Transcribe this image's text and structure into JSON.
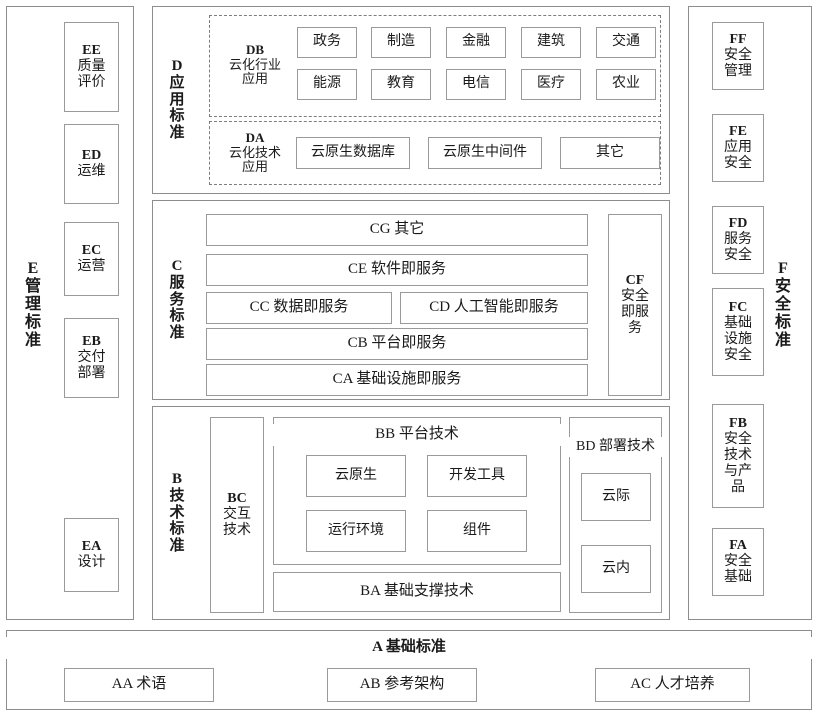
{
  "diagram": {
    "title_hidden": "",
    "colors": {
      "border": "#9a9a9a",
      "dashed_border": "#7d7d7d",
      "outer_border": "#8d8d8d",
      "background": "#ffffff",
      "text": "#1a1a1a"
    }
  },
  "left_column": {
    "label_letter": "E",
    "label_chars": [
      "E",
      "管",
      "理",
      "标",
      "准"
    ],
    "label_text": "E 管理标准",
    "items": [
      {
        "code": "EE",
        "name": "质量评价",
        "lines": [
          "EE",
          "质量",
          "评价"
        ]
      },
      {
        "code": "ED",
        "name": "运维",
        "lines": [
          "ED",
          "运维"
        ]
      },
      {
        "code": "EC",
        "name": "运营",
        "lines": [
          "EC",
          "运营"
        ]
      },
      {
        "code": "EB",
        "name": "交付部署",
        "lines": [
          "EB",
          "交付",
          "部署"
        ]
      },
      {
        "code": "EA",
        "name": "设计",
        "lines": [
          "EA",
          "设计"
        ]
      }
    ]
  },
  "right_column": {
    "label_letter": "F",
    "label_chars": [
      "F",
      "安",
      "全",
      "标",
      "准"
    ],
    "label_text": "F 安全标准",
    "items": [
      {
        "code": "FF",
        "name": "安全管理",
        "lines": [
          "FF",
          "安全",
          "管理"
        ]
      },
      {
        "code": "FE",
        "name": "应用安全",
        "lines": [
          "FE",
          "应用",
          "安全"
        ]
      },
      {
        "code": "FD",
        "name": "服务安全",
        "lines": [
          "FD",
          "服务",
          "安全"
        ]
      },
      {
        "code": "FC",
        "name": "基础设施安全",
        "lines": [
          "FC",
          "基础",
          "设施",
          "安全"
        ]
      },
      {
        "code": "FB",
        "name": "安全技术与产品",
        "lines": [
          "FB",
          "安全",
          "技术",
          "与产",
          "品"
        ]
      },
      {
        "code": "FA",
        "name": "安全基础",
        "lines": [
          "FA",
          "安全",
          "基础"
        ]
      }
    ]
  },
  "layer_d": {
    "label_letter": "D",
    "label_chars": [
      "D",
      "应",
      "用",
      "标",
      "准"
    ],
    "label_text": "D 应用标准",
    "db": {
      "code": "DB",
      "title_lines": [
        "DB",
        "云化行业",
        "应用"
      ],
      "title_text": "DB 云化行业应用",
      "row1": [
        "政务",
        "制造",
        "金融",
        "建筑",
        "交通"
      ],
      "row2": [
        "能源",
        "教育",
        "电信",
        "医疗",
        "农业"
      ]
    },
    "da": {
      "code": "DA",
      "title_lines": [
        "DA",
        "云化技术",
        "应用"
      ],
      "title_text": "DA 云化技术应用",
      "items": [
        "云原生数据库",
        "云原生中间件",
        "其它"
      ]
    }
  },
  "layer_c": {
    "label_letter": "C",
    "label_chars": [
      "C",
      "服",
      "务",
      "标",
      "准"
    ],
    "label_text": "C 服务标准",
    "rows": [
      {
        "label": "CG 其它"
      },
      {
        "label": "CE 软件即服务"
      },
      {
        "label": "CB 平台即服务"
      },
      {
        "label": "CA 基础设施即服务"
      }
    ],
    "split_row": [
      {
        "label": "CC 数据即服务"
      },
      {
        "label": "CD 人工智能即服务"
      }
    ],
    "side": {
      "code": "CF",
      "name": "安全即服务",
      "lines": [
        "CF",
        "安全",
        "即服",
        "务"
      ]
    }
  },
  "layer_b": {
    "label_letter": "B",
    "label_chars": [
      "B",
      "技",
      "术",
      "标",
      "准"
    ],
    "label_text": "B 技术标准",
    "bc": {
      "code": "BC",
      "name": "交互技术",
      "lines": [
        "BC",
        "交互",
        "技术"
      ]
    },
    "bb": {
      "title": "BB 平台技术",
      "items": [
        "云原生",
        "开发工具",
        "运行环境",
        "组件"
      ]
    },
    "ba": {
      "title": "BA 基础支撑技术"
    },
    "bd": {
      "title": "BD 部署技术",
      "items": [
        "云际",
        "云内"
      ]
    }
  },
  "layer_a": {
    "title": "A 基础标准",
    "items": [
      "AA 术语",
      "AB 参考架构",
      "AC 人才培养"
    ]
  }
}
